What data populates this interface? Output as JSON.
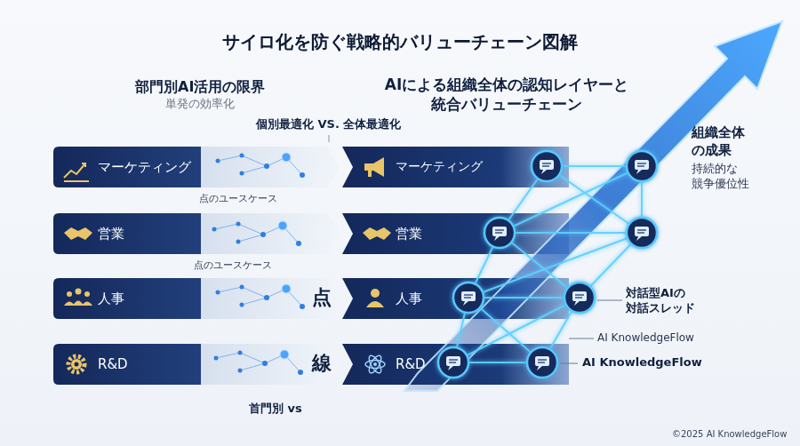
{
  "diagram": {
    "title": "サイロ化を防ぐ戦略的バリューチェーン図解",
    "nodes": [
      {
        "text": [
          "マーケティング"
        ]
      },
      {
        "text": [
          "営業"
        ]
      },
      {
        "text": [
          "人事"
        ]
      },
      {
        "text": [
          "R&D"
        ]
      },
      {
        "text": [
          "マーケティング"
        ]
      },
      {
        "text": [
          "営業"
        ]
      },
      {
        "text": [
          "人事"
        ]
      },
      {
        "text": [
          "R&D"
        ]
      }
    ],
    "labels": [
      "部門別AI活用の限界",
      "単発の効率化",
      "AIによる組織全体の認知レイヤーと 統合バリューチェーン",
      "個別最適化 VS. 全体最適化",
      "点のユースケース",
      "点のユースケース",
      "点",
      "線",
      "首門別 vs",
      "組織全体 の成果",
      "持続的な 競争優位性",
      "対話型AIの 対話スレッド",
      "AI KnowledgeFlow",
      "AI KnowledgeFlow",
      "©2025 AI KnowledgeFlow"
    ]
  }
}
